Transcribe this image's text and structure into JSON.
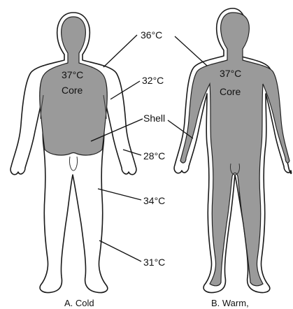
{
  "labels": {
    "t36": "36°C",
    "t32": "32°C",
    "shell": "Shell",
    "t28": "28°C",
    "t34": "34°C",
    "t31": "31°C"
  },
  "figure_a": {
    "core_temp": "37°C",
    "core_word": "Core",
    "caption": "A. Cold"
  },
  "figure_b": {
    "core_temp": "37°C",
    "core_word": "Core",
    "caption": "B. Warm,"
  },
  "colors": {
    "core_shading": "#9a9a9a",
    "outline": "#1a1a1a",
    "background": "#ffffff"
  }
}
